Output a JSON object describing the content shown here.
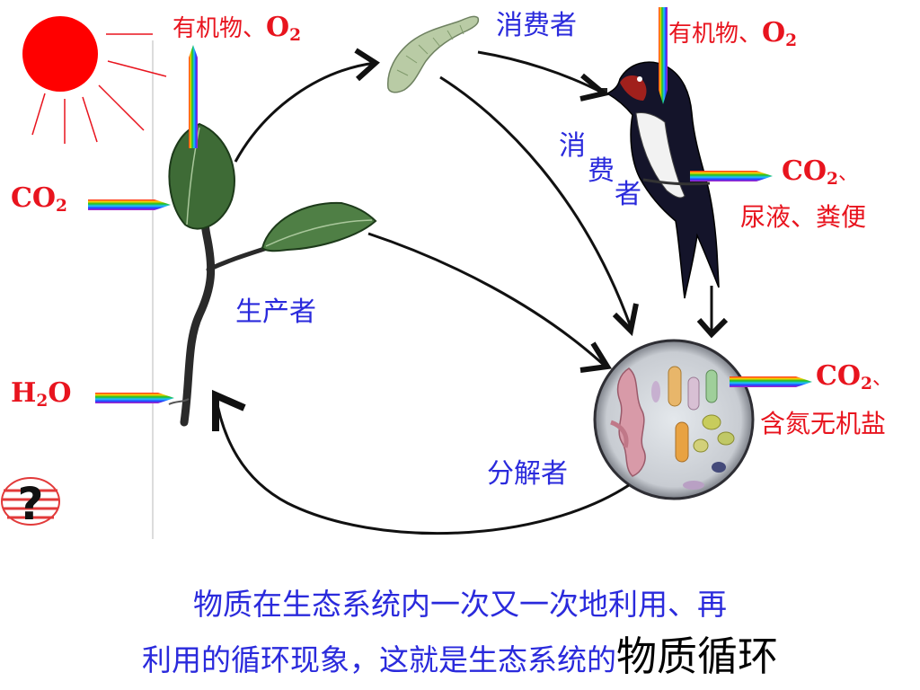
{
  "labels": {
    "top_left_output": "有机物、",
    "top_right_output": "有机物、",
    "o2": "O",
    "co2": "CO",
    "h2o_h": "H",
    "h2o_o": "O",
    "sub2": "2",
    "comma": "、",
    "consumer_top": "消费者",
    "consumer_side": [
      "消",
      "费",
      "者"
    ],
    "bird_outputs_line2": "尿液、粪便",
    "decomposer_outputs_line2": "含氮无机盐",
    "producer": "生产者",
    "decomposer": "分解者"
  },
  "caption": {
    "line1": "物质在生态系统内一次又一次地利用、再",
    "line2": "利用的循环现象，这就是生态系统的",
    "emphasis": "物质循环"
  },
  "icons": {
    "sun": "sun-icon",
    "help": "question-mark-icon"
  },
  "colors": {
    "label_red": "#e8141e",
    "label_blue": "#2a2adc",
    "sun": "#ff0000",
    "leaf": "#3e6b36"
  }
}
